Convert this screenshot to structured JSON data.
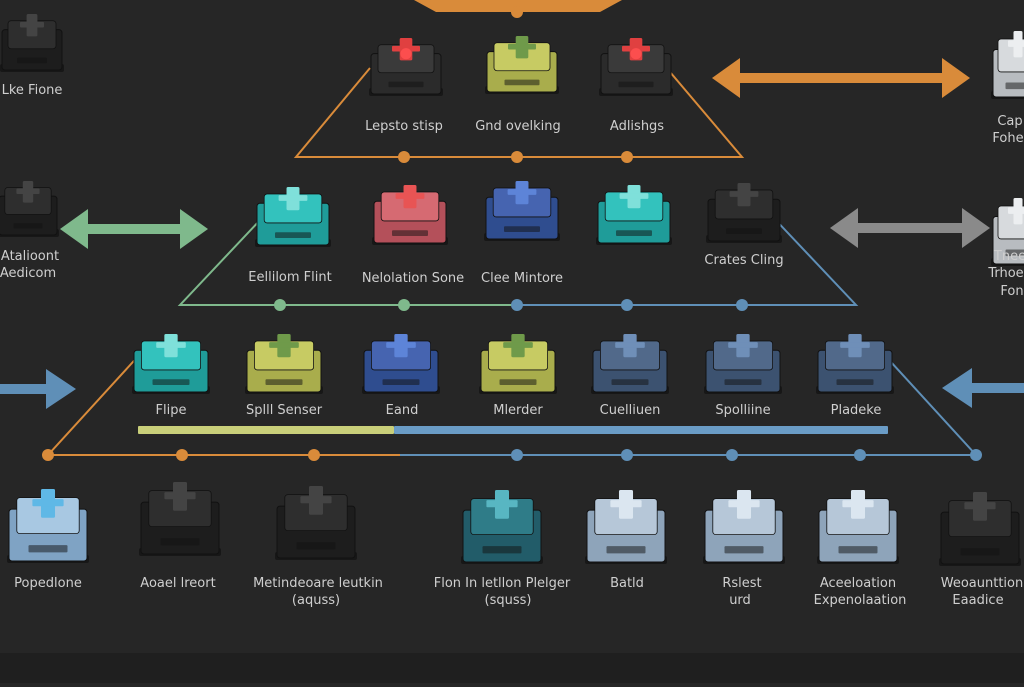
{
  "colors": {
    "background": "#262626",
    "orange": "#d98b3a",
    "green": "#7fb98c",
    "blue": "#5f8fb7",
    "gray": "#8a8a8a",
    "yellow_bar": "#c9cf7a",
    "blue_bar": "#6a9cc6"
  },
  "edge_labels": {
    "left_top": "Lke Fione",
    "left_mid_1": "Atalioont",
    "left_mid_2": "Aedicom",
    "right_top_1": "Cap",
    "right_top_2": "Fohe",
    "right_mid_1": "Tnee",
    "right_mid_2": "Trhoe",
    "right_mid_3": "Fon"
  },
  "tier1": [
    {
      "label": "Lepsto stisp",
      "color": "red"
    },
    {
      "label": "Gnd ovelking",
      "color": "yellow"
    },
    {
      "label": "Adlishgs",
      "color": "red"
    }
  ],
  "tier2": [
    {
      "label": "Eellilom Flint",
      "color": "teal"
    },
    {
      "label": "Nelolation Sone",
      "color": "pink"
    },
    {
      "label": "Clee Mintore",
      "color": "blue"
    },
    {
      "label": "",
      "color": "teal"
    },
    {
      "label": "Crates Cling",
      "color": "black"
    }
  ],
  "tier3": [
    {
      "label": "Flipe",
      "color": "teal"
    },
    {
      "label": "Splll Senser",
      "color": "yellow"
    },
    {
      "label": "Eand",
      "color": "blue"
    },
    {
      "label": "Mlerder",
      "color": "yellow"
    },
    {
      "label": "Cuelliuen",
      "color": "slate"
    },
    {
      "label": "Spolliine",
      "color": "slate"
    },
    {
      "label": "Pladeke",
      "color": "slate"
    }
  ],
  "tier4": [
    {
      "line1": "Popedlone",
      "line2": "",
      "color": "lightblue"
    },
    {
      "line1": "Aoael lreort",
      "line2": "",
      "color": "black"
    },
    {
      "line1": "Metindeoare leutkin",
      "line2": "(aquss)",
      "color": "black"
    },
    {
      "line1": "Flon In letllon Plelger",
      "line2": "(squss)",
      "color": "darkteal"
    },
    {
      "line1": "Batld",
      "line2": "",
      "color": "clear"
    },
    {
      "line1": "Rslest",
      "line2": "urd",
      "color": "clear"
    },
    {
      "line1": "Aceeloation",
      "line2": "Expenolaation",
      "color": "clear"
    },
    {
      "line1": "Weoaunttion",
      "line2": "Eaadice",
      "color": "black"
    }
  ]
}
